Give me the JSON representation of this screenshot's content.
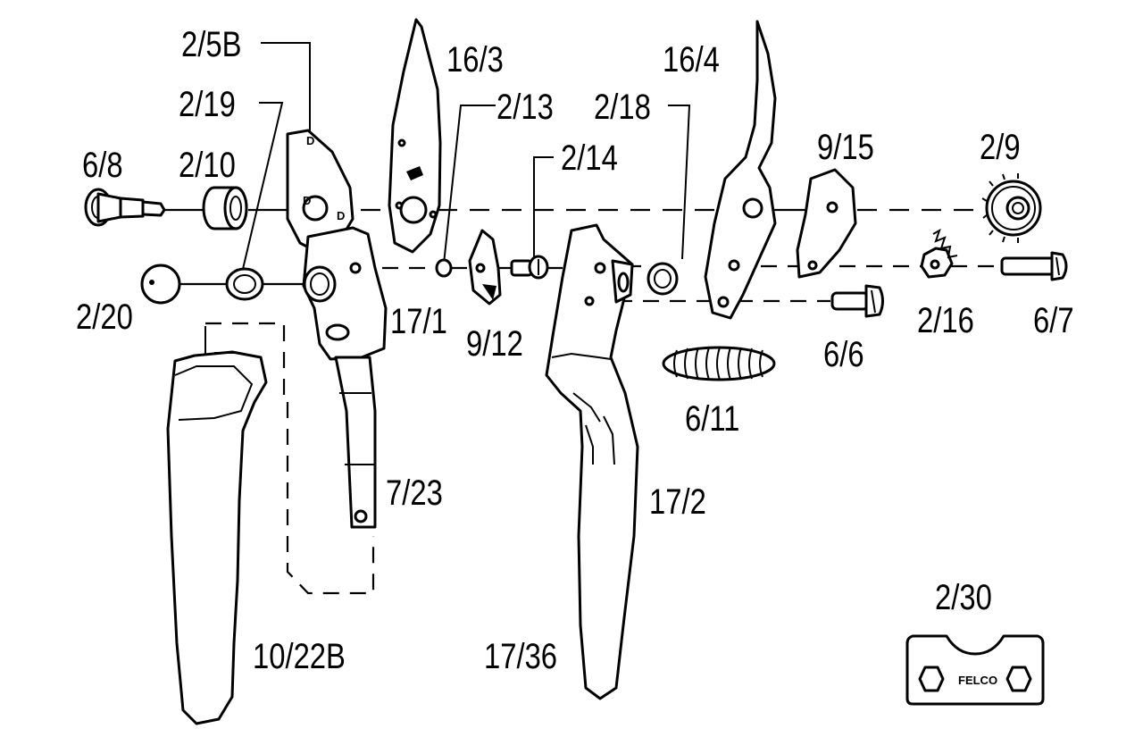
{
  "labels": {
    "p2_5B": "2/5B",
    "p2_19": "2/19",
    "p6_8": "6/8",
    "p2_10": "2/10",
    "p2_20": "2/20",
    "p16_3": "16/3",
    "p2_13": "2/13",
    "p2_14": "2/14",
    "p2_18": "2/18",
    "p16_4": "16/4",
    "p9_15": "9/15",
    "p2_9": "2/9",
    "p17_1": "17/1",
    "p9_12": "9/12",
    "p6_6": "6/6",
    "p2_16": "2/16",
    "p6_7": "6/7",
    "p6_11": "6/11",
    "p7_23": "7/23",
    "p17_2": "17/2",
    "p2_30": "2/30",
    "p10_22B": "10/22B",
    "p17_36": "17/36"
  },
  "brand_text": "FELCO",
  "colors": {
    "ink": "#000000",
    "paper": "#ffffff"
  }
}
